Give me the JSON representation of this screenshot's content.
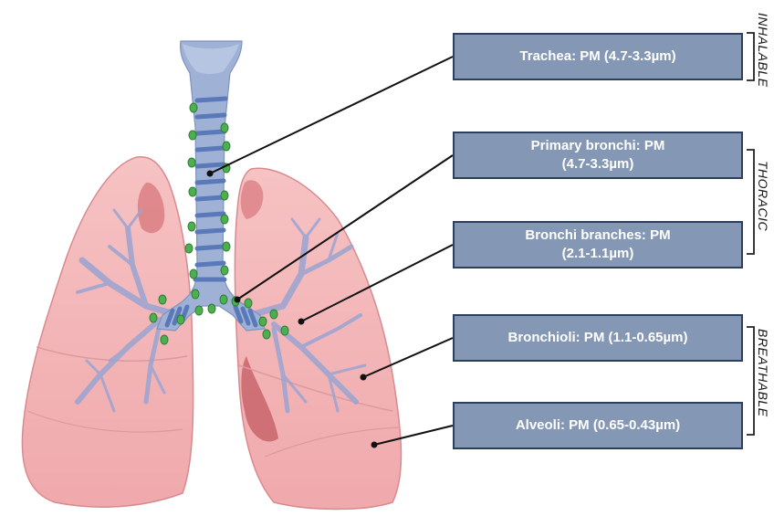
{
  "labels": [
    {
      "id": "trachea",
      "text": "Trachea: PM (4.7-3.3µm)"
    },
    {
      "id": "primary-bronchi",
      "text": "Primary bronchi: PM\n(4.7-3.3µm)"
    },
    {
      "id": "bronchi-branches",
      "text": "Bronchi branches: PM\n(2.1-1.1µm)"
    },
    {
      "id": "bronchioli",
      "text": "Bronchioli: PM (1.1-0.65µm)"
    },
    {
      "id": "alveoli",
      "text": "Alveoli: PM (0.65-0.43µm)"
    }
  ],
  "categories": [
    {
      "id": "inhalable",
      "text": "INHALABLE"
    },
    {
      "id": "thoracic",
      "text": "THORACIC"
    },
    {
      "id": "breathable",
      "text": "BREATHABLE"
    }
  ],
  "colors": {
    "lung_fill": "#f4b3b5",
    "lung_dark": "#d97b80",
    "trachea": "#9fb2d6",
    "trachea_ring": "#5a79b8",
    "particles": "#4caf50",
    "label_fill": "#8497b4",
    "label_border": "#2d3f5c"
  }
}
